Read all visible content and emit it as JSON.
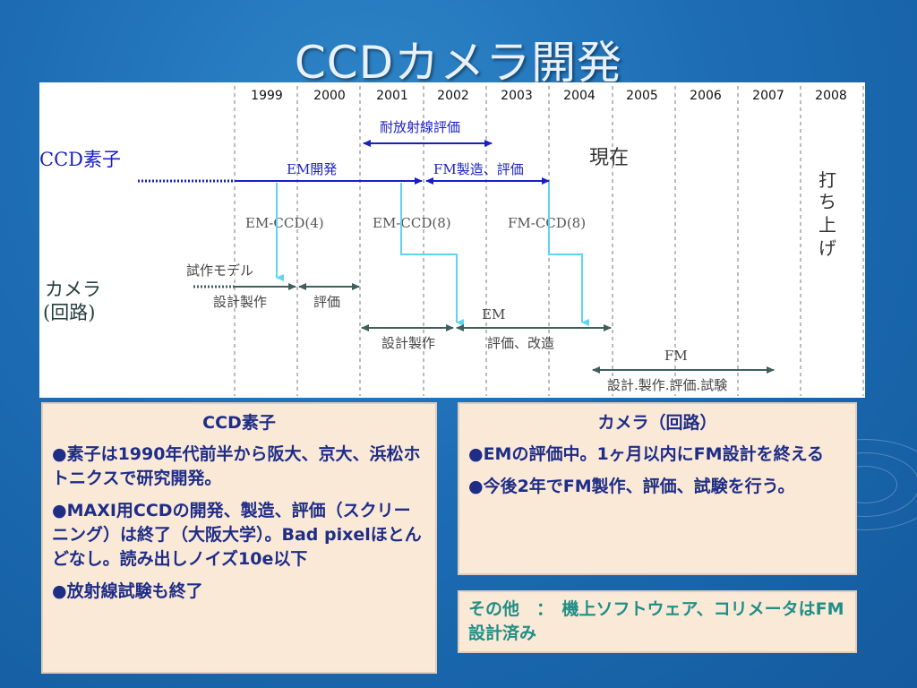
{
  "slide": {
    "title": "CCDカメラ開発"
  },
  "timeline": {
    "years": [
      "1999",
      "2000",
      "2001",
      "2002",
      "2003",
      "2004",
      "2005",
      "2006",
      "2007",
      "2008"
    ],
    "row_labels": {
      "ccd": "CCD素子",
      "camera_line1": "カメラ",
      "camera_line2": "(回路)"
    },
    "now_label": "現在",
    "launch_label": [
      "打",
      "ち",
      "上",
      "げ"
    ],
    "phase_labels": {
      "radiation": "耐放射線評価",
      "em_dev": "EM開発",
      "fm_make": "FM製造、評価",
      "em_ccd4": "EM-CCD(4)",
      "em_ccd8": "EM-CCD(8)",
      "fm_ccd8": "FM-CCD(8)",
      "proto_model": "試作モデル",
      "design_make1": "設計製作",
      "eval1": "評価",
      "em": "EM",
      "design_make2": "設計製作",
      "eval_mod": "評価、改造",
      "fm": "FM",
      "fm_tasks": "設計.製作.評価.試験"
    }
  },
  "ccd_box": {
    "heading": "CCD素子",
    "items": [
      "●素子は1990年代前半から阪大、京大、浜松ホトニクスで研究開発。",
      "●MAXI用CCDの開発、製造、評価（スクリーニング）は終了（大阪大学）。Bad pixelほとんどなし。読み出しノイズ10e以下",
      "●放射線試験も終了"
    ]
  },
  "camera_box": {
    "heading": "カメラ（回路）",
    "items": [
      "●EMの評価中。1ヶ月以内にFM設計を終える",
      "●今後2年でFM製作、評価、試験を行う。"
    ]
  },
  "other_box": {
    "text": "その他　：　機上ソフトウェア、コリメータはFM設計済み"
  },
  "colors": {
    "ccd_arrow": "#1a1fc4",
    "camera_arrow": "#3f5f5a",
    "cyan_line": "#5fd3f0",
    "box_text": "#1e2d86",
    "other_text": "#1f8f86"
  }
}
